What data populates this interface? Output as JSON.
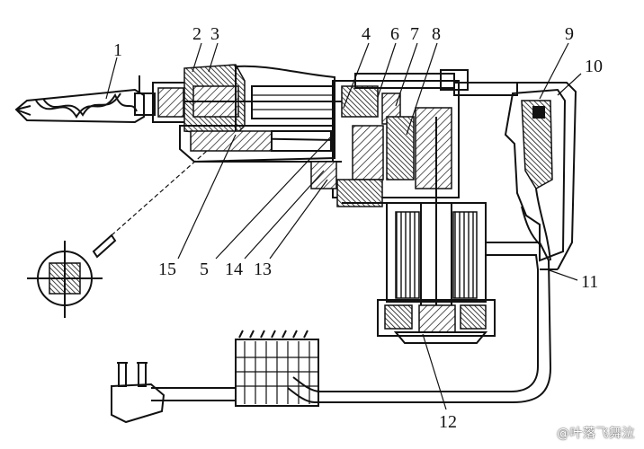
{
  "labels": {
    "l1": "1",
    "l2": "2",
    "l3": "3",
    "l4": "4",
    "l5": "5",
    "l6": "6",
    "l7": "7",
    "l8": "8",
    "l9": "9",
    "l10": "10",
    "l11": "11",
    "l12": "12",
    "l13": "13",
    "l14": "14",
    "l15": "15"
  },
  "watermark": "@叶落飞舞泣",
  "colors": {
    "ink": "#111111",
    "paper": "#ffffff"
  }
}
